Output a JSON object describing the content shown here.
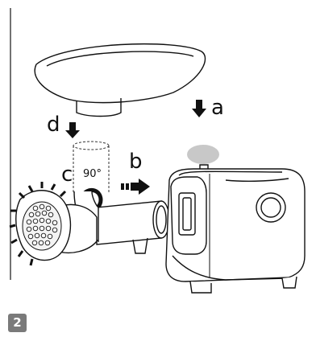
{
  "labels": {
    "a": "a",
    "b": "b",
    "c": "c",
    "d": "d",
    "angle": "90°"
  },
  "step_number": "2",
  "colors": {
    "line": "#111111",
    "arrow": "#111111",
    "badge": "#7a7a7a",
    "highlight": "#c8c8c8"
  }
}
